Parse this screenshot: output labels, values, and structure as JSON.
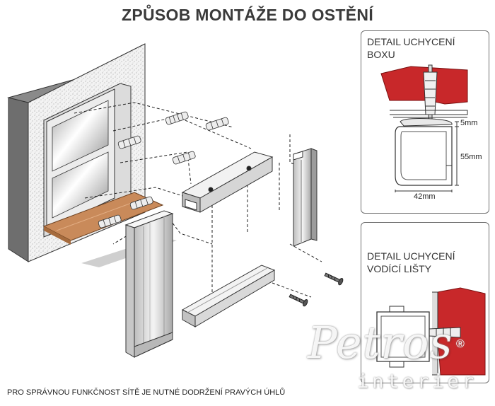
{
  "title": "ZPŮSOB MONTÁŽE DO OSTĚNÍ",
  "detail_box": {
    "label": "DETAIL UCHYCENÍ BOXU",
    "dim_height_top": "5mm",
    "dim_height_box": "55mm",
    "dim_width": "42mm"
  },
  "detail_rail": {
    "label": "DETAIL UCHYCENÍ VODÍCÍ LIŠTY"
  },
  "footer_note": "PRO SPRÁVNOU FUNKČNOST SÍTĚ JE NUTNÉ DODRŽENÍ PRAVÝCH ÚHLŮ",
  "watermark": {
    "brand": "Petros",
    "registered": "®",
    "subtitle": "interier"
  },
  "colors": {
    "wall_red": "#c8282a",
    "sill_wood": "#c98a5a",
    "metal": "#d9d9d9",
    "outline": "#333333"
  }
}
